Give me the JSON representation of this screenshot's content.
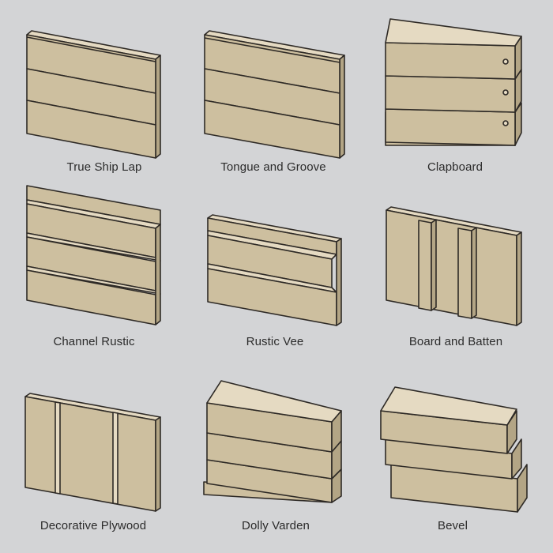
{
  "colors": {
    "background": "#d3d4d6",
    "wood_face": "#cdbf9f",
    "wood_top": "#e5dac2",
    "wood_side": "#b3a585",
    "outline": "#2e2a26",
    "text": "#2b2b2b"
  },
  "siding_types": [
    {
      "id": "true-ship-lap",
      "label": "True Ship Lap"
    },
    {
      "id": "tongue-and-groove",
      "label": "Tongue and Groove"
    },
    {
      "id": "clapboard",
      "label": "Clapboard"
    },
    {
      "id": "channel-rustic",
      "label": "Channel Rustic"
    },
    {
      "id": "rustic-vee",
      "label": "Rustic Vee"
    },
    {
      "id": "board-and-batten",
      "label": "Board and Batten"
    },
    {
      "id": "decorative-plywood",
      "label": "Decorative Plywood"
    },
    {
      "id": "dolly-varden",
      "label": "Dolly Varden"
    },
    {
      "id": "bevel",
      "label": "Bevel"
    }
  ]
}
